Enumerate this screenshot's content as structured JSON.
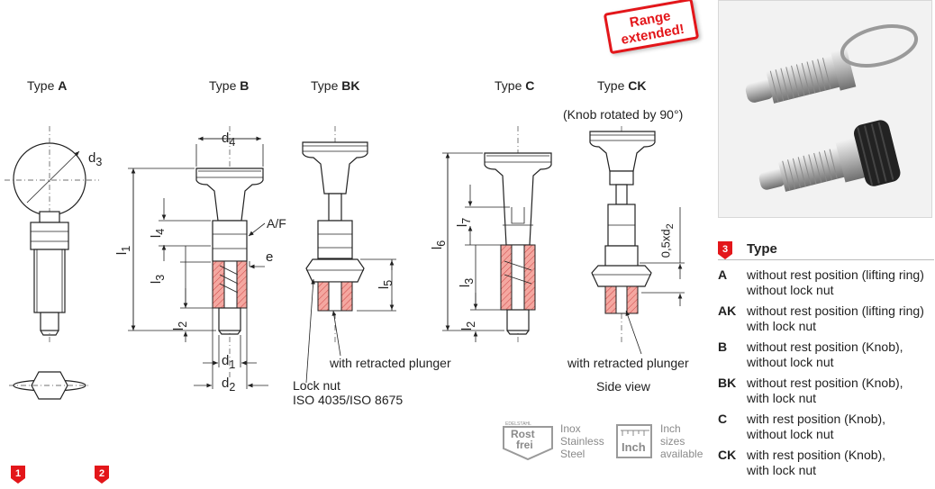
{
  "types": {
    "a": {
      "prefix": "Type",
      "code": "A"
    },
    "b": {
      "prefix": "Type",
      "code": "B"
    },
    "bk": {
      "prefix": "Type",
      "code": "BK"
    },
    "c": {
      "prefix": "Type",
      "code": "C"
    },
    "ck": {
      "prefix": "Type",
      "code": "CK"
    }
  },
  "knob_note": "(Knob rotated by 90°)",
  "stamp": {
    "line1": "Range",
    "line2": "extended!"
  },
  "dimensions": {
    "d4": "d",
    "d4_sub": "4",
    "d3": "d",
    "d3_sub": "3",
    "d1": "d",
    "d1_sub": "1",
    "d2": "d",
    "d2_sub": "2",
    "l1": "l",
    "l1_sub": "1",
    "l2": "l",
    "l2_sub": "2",
    "l3": "l",
    "l3_sub": "3",
    "l4": "l",
    "l4_sub": "4",
    "l5": "l",
    "l5_sub": "5",
    "l6": "l",
    "l6_sub": "6",
    "l7": "l",
    "l7_sub": "7",
    "af": "A/F",
    "e": "e",
    "half_d2": "0,5xd",
    "half_d2_sub": "2"
  },
  "annotations": {
    "retracted_1": "with retracted plunger",
    "retracted_2": "with retracted plunger",
    "lock_nut_1": "Lock nut",
    "lock_nut_2": "ISO 4035/ISO 8675",
    "side_view": "Side view"
  },
  "logos": {
    "rostfrei_top": "EDELSTAHL",
    "rostfrei_1": "Rost",
    "rostfrei_2": "frei",
    "inox_1": "Inox",
    "inox_2": "Stainless",
    "inox_3": "Steel",
    "inch_box": "Inch",
    "inch_1": "Inch",
    "inch_2": "sizes",
    "inch_3": "available"
  },
  "footer_badges": [
    "1",
    "2"
  ],
  "type_table": {
    "badge": "3",
    "title": "Type",
    "rows": [
      {
        "code": "A",
        "line1": "without rest position (lifting ring)",
        "line2": "without lock nut"
      },
      {
        "code": "AK",
        "line1": "without rest position (lifting ring)",
        "line2": "with lock nut"
      },
      {
        "code": "B",
        "line1": "without rest position (Knob),",
        "line2": "without lock nut"
      },
      {
        "code": "BK",
        "line1": "without rest position (Knob),",
        "line2": "with lock nut"
      },
      {
        "code": "C",
        "line1": "with rest position (Knob),",
        "line2": "without lock nut"
      },
      {
        "code": "CK",
        "line1": "with rest position (Knob),",
        "line2": "with lock nut"
      }
    ]
  },
  "colors": {
    "accent": "#e3161a",
    "section": "#f4a7a0",
    "grey": "#8a8a8a"
  }
}
